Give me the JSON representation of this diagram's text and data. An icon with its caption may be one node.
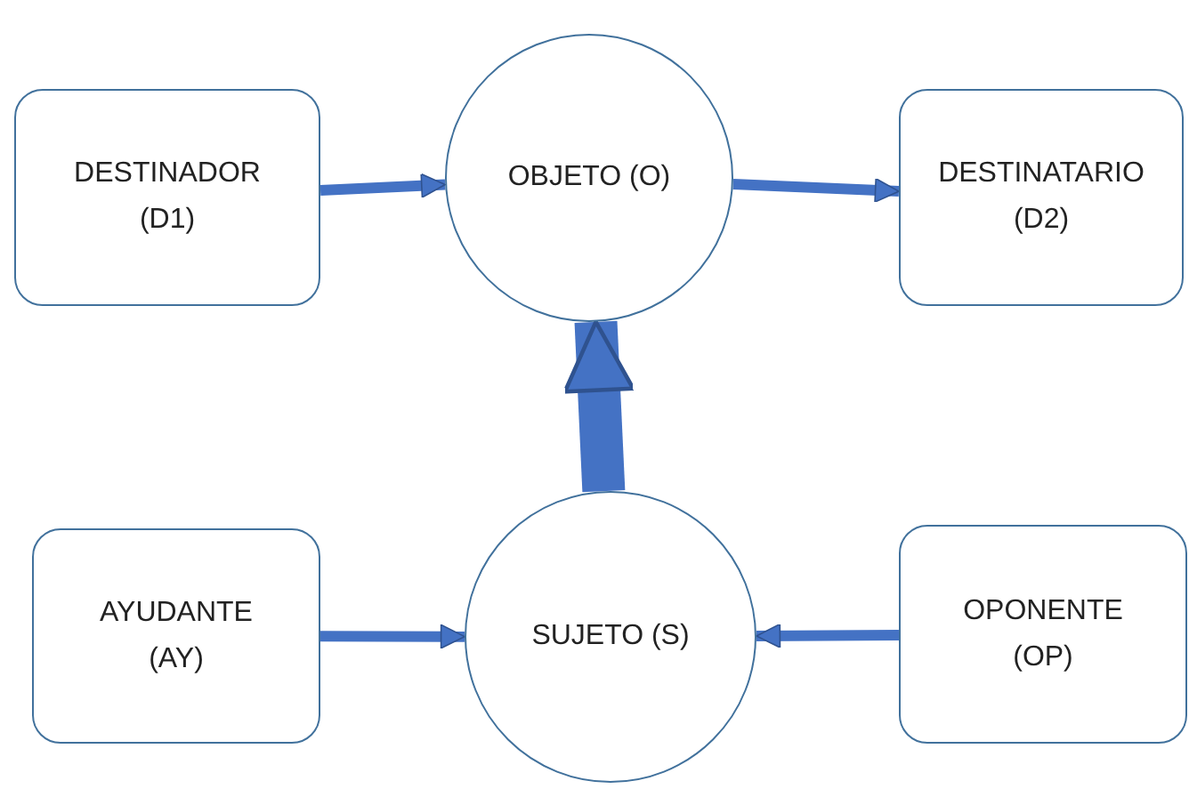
{
  "diagram": {
    "nodes": [
      {
        "text": [
          "DESTINADOR (D1)"
        ]
      },
      {
        "text": [
          "OBJETO (O)"
        ]
      },
      {
        "text": [
          "DESTINATARIO (D2)"
        ]
      },
      {
        "text": [
          "AYUDANTE (AY)"
        ]
      },
      {
        "text": [
          "SUJETO (S)"
        ]
      },
      {
        "text": [
          "OPONENTE (OP)"
        ]
      }
    ],
    "edges": [
      {
        "from": 0,
        "to": 1,
        "arrow": "to"
      },
      {
        "from": 1,
        "to": 2,
        "arrow": "to"
      },
      {
        "from": 4,
        "to": 1,
        "arrow": "to",
        "style": "thick"
      },
      {
        "from": 3,
        "to": 4,
        "arrow": "to"
      },
      {
        "from": 5,
        "to": 4,
        "arrow": "to"
      }
    ]
  }
}
